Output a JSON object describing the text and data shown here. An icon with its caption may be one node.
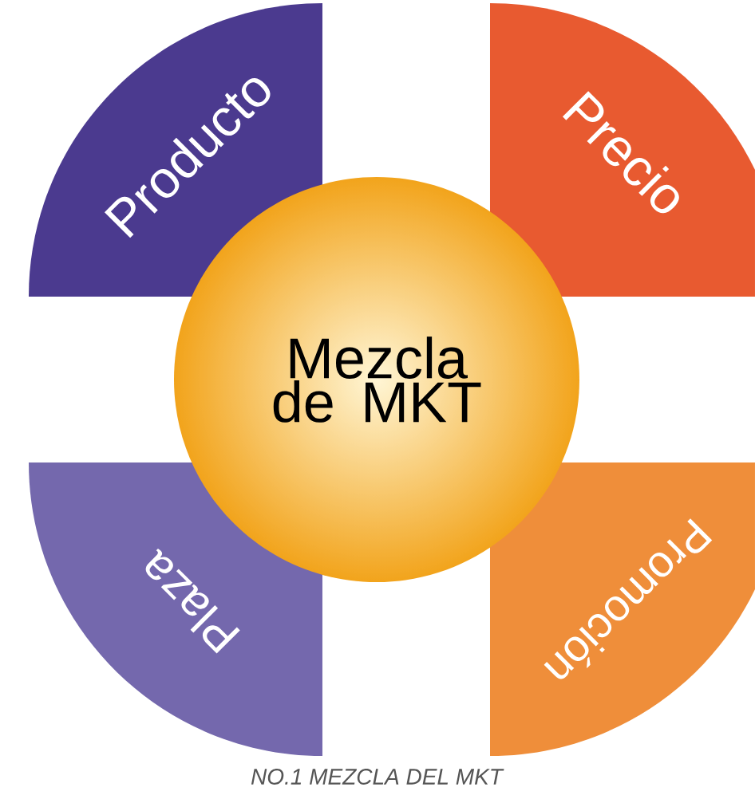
{
  "diagram": {
    "caption": "NO.1 MEZCLA DEL MKT",
    "nodes": [
      {
        "text": [
          "Producto"
        ]
      },
      {
        "text": [
          "Precio"
        ]
      },
      {
        "text": [
          "Mezcla de MKT"
        ]
      },
      {
        "text": [
          "Plaza"
        ]
      },
      {
        "text": [
          "Promoción"
        ]
      }
    ]
  }
}
